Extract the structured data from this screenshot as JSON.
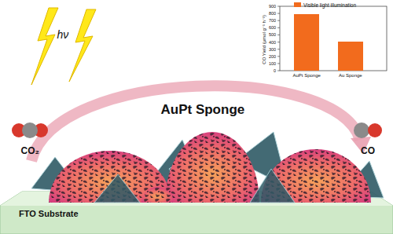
{
  "diagram": {
    "nodes": [
      {
        "text": [
          "FTO Substrate"
        ]
      }
    ],
    "labels": [
      "hν",
      "CO₂",
      "AuPt Sponge",
      "CO",
      "CO Yield (μmol g⁻¹ h⁻¹)",
      "900",
      "800",
      "700",
      "600",
      "500",
      "400",
      "300",
      "200",
      "100",
      "0",
      "AuPt Sponge",
      "Au Sponge"
    ],
    "legend": [
      {
        "text": "Visible light illumination",
        "color": "#f26b1d"
      }
    ]
  }
}
